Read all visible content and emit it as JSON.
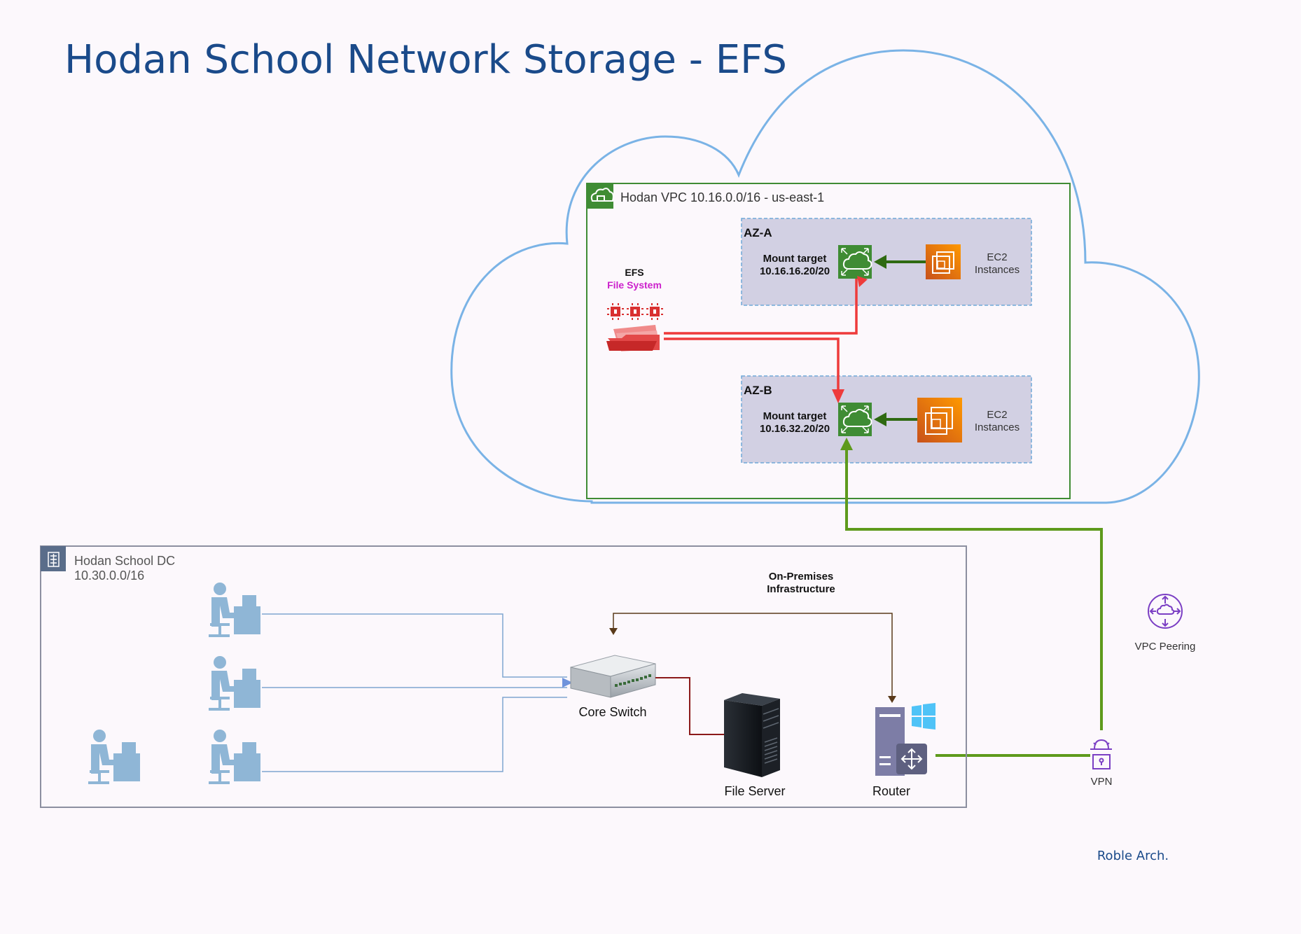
{
  "title": "Hodan School Network Storage - EFS",
  "vpc": {
    "label": "Hodan VPC 10.16.0.0/16 - us-east-1"
  },
  "az_a": {
    "label": "AZ-A",
    "mount_target_line1": "Mount target",
    "mount_target_line2": "10.16.16.20/20",
    "ec2_line1": "EC2",
    "ec2_line2": "Instances"
  },
  "az_b": {
    "label": "AZ-B",
    "mount_target_line1": "Mount target",
    "mount_target_line2": "10.16.32.20/20",
    "ec2_line1": "EC2",
    "ec2_line2": "Instances"
  },
  "efs": {
    "line1": "EFS",
    "line2": "File System"
  },
  "dc": {
    "line1": "Hodan School DC",
    "line2": "10.30.0.0/16"
  },
  "onprem": {
    "line1": "On-Premises",
    "line2": "Infrastructure"
  },
  "core_switch": "Core Switch",
  "file_server": "File Server",
  "router": "Router",
  "vpn": "VPN",
  "vpc_peering": "VPC Peering",
  "signature": "Roble Arch.",
  "colors": {
    "title": "#1a4a8a",
    "cloud": "#7ab3e6",
    "vpc_border": "#3f8c34",
    "az_fill": "#d2d0e3",
    "efs_red": "#ee3b3b",
    "dark_green": "#2f6a12",
    "light_green": "#5e9a1c",
    "ec2_orange": "#ed7100",
    "user_blue": "#8fb6d6",
    "purple": "#7b3fc4"
  }
}
